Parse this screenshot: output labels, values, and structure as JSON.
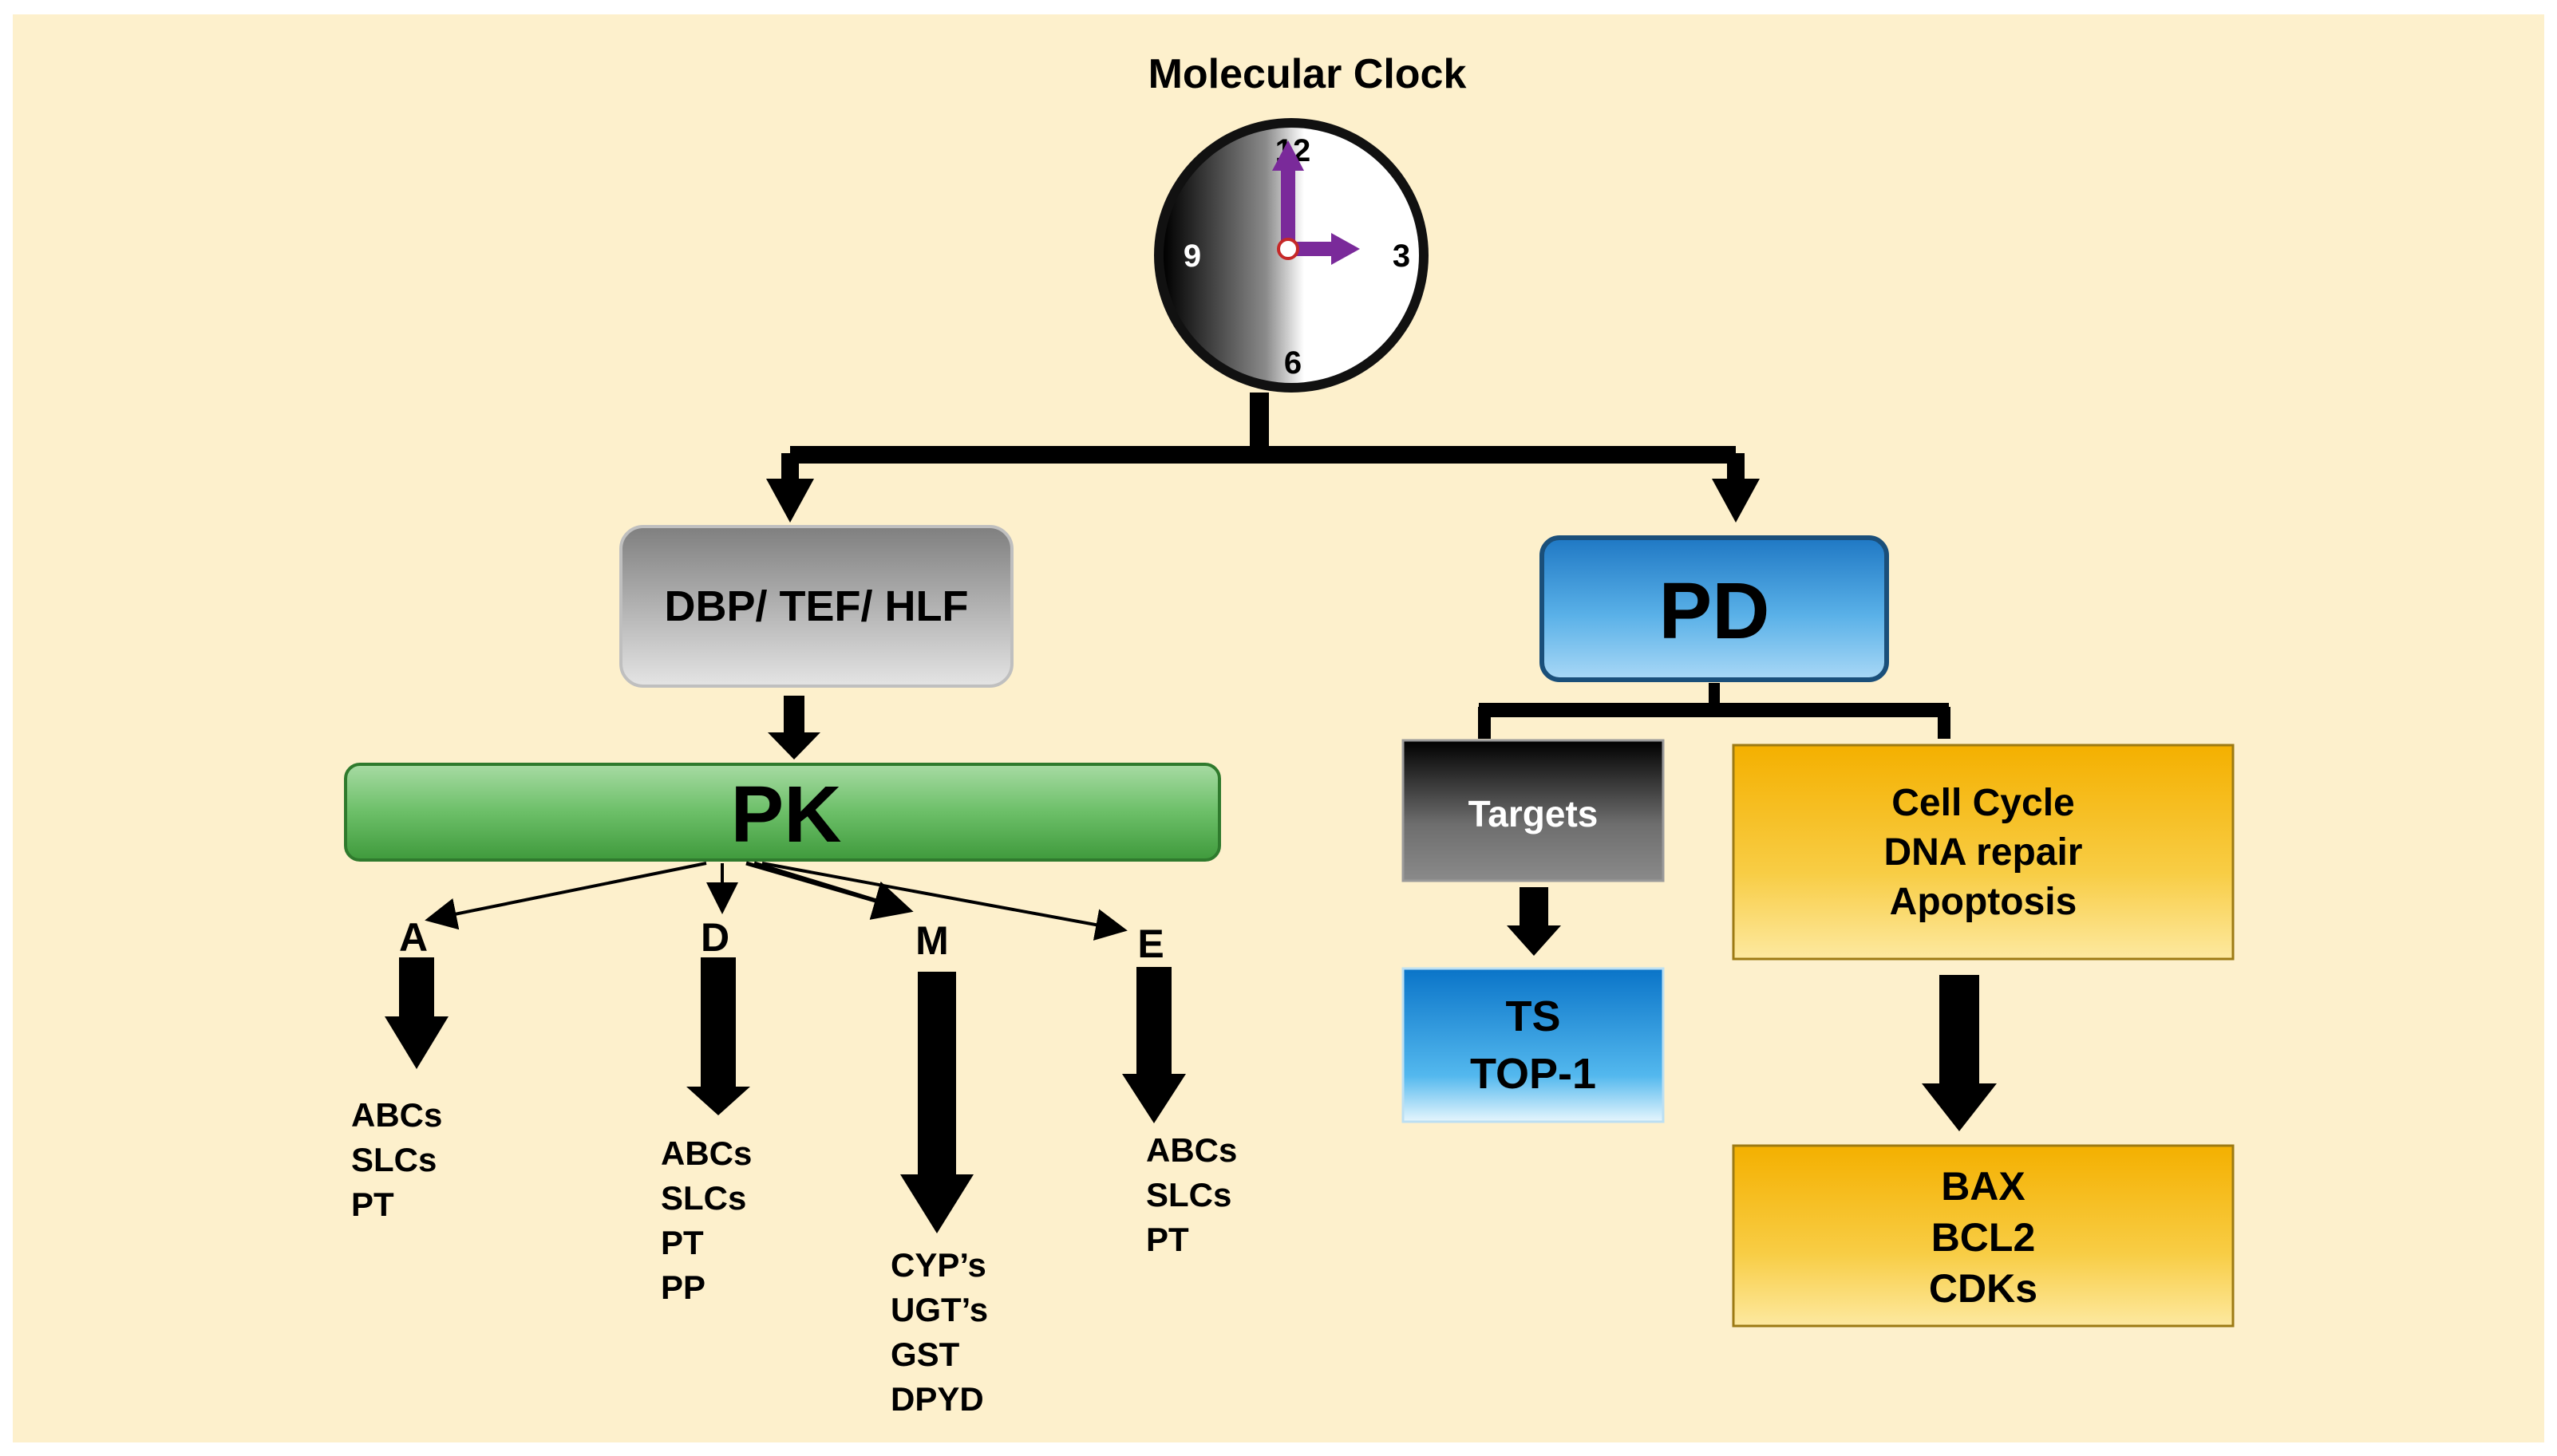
{
  "title": "Molecular Clock",
  "clock": {
    "numerals": [
      "12",
      "3",
      "6",
      "9"
    ],
    "hand_color": "#7a2a9a",
    "hour_shown": 3
  },
  "colors": {
    "background": "#fdf0cc",
    "pk_green": "#5fb35f",
    "pd_blue": "#3a9ad9",
    "gold": "#f2b300"
  },
  "left": {
    "dbp_label": "DBP/ TEF/ HLF",
    "pk_label": "PK",
    "branches": [
      {
        "letter": "A",
        "items": [
          "ABCs",
          "SLCs",
          "PT"
        ]
      },
      {
        "letter": "D",
        "items": [
          "ABCs",
          "SLCs",
          "PT",
          "PP"
        ]
      },
      {
        "letter": "M",
        "items": [
          "CYP’s",
          "UGT’s",
          "GST",
          "DPYD"
        ]
      },
      {
        "letter": "E",
        "items": [
          "ABCs",
          "SLCs",
          "PT"
        ]
      }
    ]
  },
  "right": {
    "pd_label": "PD",
    "targets_label": "Targets",
    "ts_items": [
      "TS",
      "TOP-1"
    ],
    "cell_items": [
      "Cell Cycle",
      "DNA repair",
      "Apoptosis"
    ],
    "bax_items": [
      "BAX",
      "BCL2",
      "CDKs"
    ]
  }
}
